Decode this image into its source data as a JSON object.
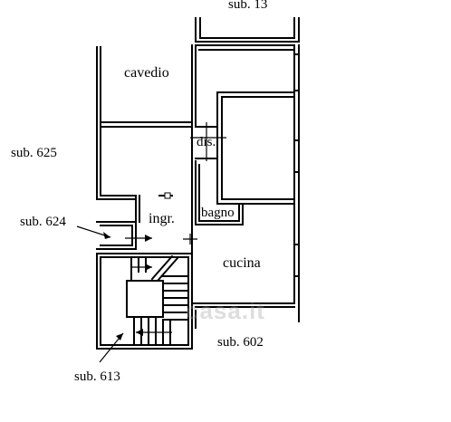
{
  "plan": {
    "sub_labels": {
      "top": "sub. 13",
      "left": "sub. 625",
      "mid_left": "sub. 624",
      "bottom_left": "sub. 613",
      "bottom_right": "sub. 602"
    },
    "rooms": {
      "cavedio": "cavedio",
      "dis": "dis.",
      "ingr": "ingr.",
      "bagno": "bagno",
      "cucina": "cucina"
    },
    "watermark": "casa.it"
  }
}
